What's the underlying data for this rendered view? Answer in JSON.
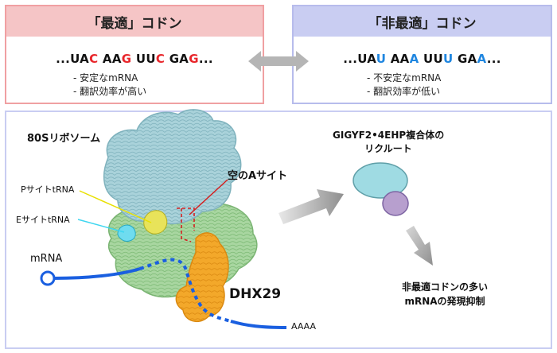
{
  "optimal": {
    "title": "「最適」コドン",
    "codons": [
      {
        "a": "...UA",
        "b": "C"
      },
      {
        "a": " AA",
        "b": "G"
      },
      {
        "a": " UU",
        "b": "C"
      },
      {
        "a": " GA",
        "b": "G"
      }
    ],
    "tail": "...",
    "bullets": [
      "- 安定なmRNA",
      "- 翻訳効率が高い"
    ],
    "highlight_color": "#e8262b",
    "header_bg": "#f5c5c6",
    "border": "#f0a0a2"
  },
  "nonoptimal": {
    "title": "「非最適」コドン",
    "codons": [
      {
        "a": "...UA",
        "b": "U"
      },
      {
        "a": " AA",
        "b": "A"
      },
      {
        "a": " UU",
        "b": "U"
      },
      {
        "a": " GA",
        "b": "A"
      }
    ],
    "tail": "...",
    "bullets": [
      "- 不安定なmRNA",
      "- 翻訳効率が低い"
    ],
    "highlight_color": "#1f86e0",
    "header_bg": "#c9cdf2",
    "border": "#b7bcec"
  },
  "labels": {
    "ribosome": "80Sリボソーム",
    "p_site": "PサイトtRNA",
    "e_site": "EサイトtRNA",
    "a_site": "空のAサイト",
    "mrna": "mRNA",
    "dhx29": "DHX29",
    "polya": "AAAA",
    "complex": [
      "GIGYF2•4EHP複合体の",
      "リクルート"
    ],
    "repression": [
      "非最適コドンの多い",
      "mRNAの発現抑制"
    ]
  },
  "colors": {
    "ribosome_top": "#9ccbd4",
    "ribosome_bottom": "#9fd09a",
    "dhx29": "#f0a21e",
    "mrna": "#1a5fe0",
    "gigyf2": "#9fdbe3",
    "ehp4": "#b79fce",
    "arrow": "#9a9a9a",
    "p_leader": "#e8e000",
    "e_leader": "#3fd6f0",
    "a_leader": "#d42020"
  }
}
